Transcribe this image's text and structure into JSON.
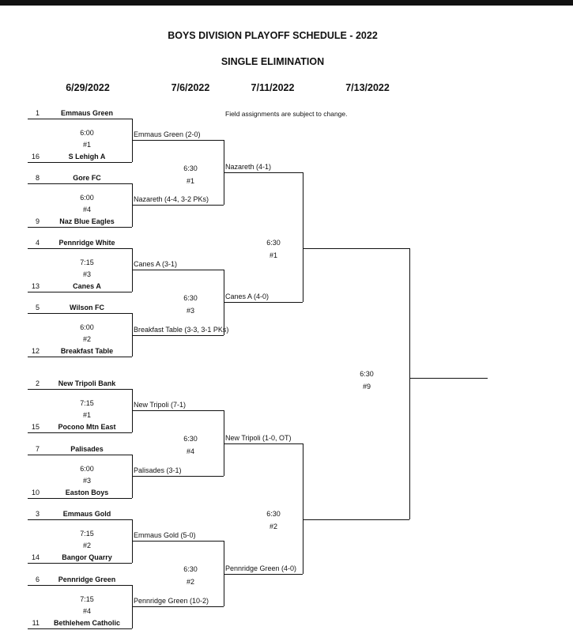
{
  "header": {
    "title": "BOYS DIVISION PLAYOFF SCHEDULE - 2022",
    "subtitle": "SINGLE ELIMINATION",
    "note": "Field assignments are subject to change."
  },
  "dates": [
    "6/29/2022",
    "7/6/2022",
    "7/11/2022",
    "7/13/2022"
  ],
  "round1": [
    {
      "top_seed": "1",
      "top_team": "Emmaus Green",
      "time": "6:00",
      "field": "#1",
      "bottom_seed": "16",
      "bottom_team": "S Lehigh A",
      "result": "Emmaus Green (2-0)"
    },
    {
      "top_seed": "8",
      "top_team": "Gore FC",
      "time": "6:00",
      "field": "#4",
      "bottom_seed": "9",
      "bottom_team": "Naz Blue Eagles",
      "result": "Nazareth (4-4, 3-2 PKs)"
    },
    {
      "top_seed": "4",
      "top_team": "Pennridge  White",
      "time": "7:15",
      "field": "#3",
      "bottom_seed": "13",
      "bottom_team": "Canes A",
      "result": "Canes A (3-1)"
    },
    {
      "top_seed": "5",
      "top_team": "Wilson FC",
      "time": "6:00",
      "field": "#2",
      "bottom_seed": "12",
      "bottom_team": "Breakfast Table",
      "result": "Breakfast Table (3-3, 3-1 PKs)"
    },
    {
      "top_seed": "2",
      "top_team": "New Tripoli Bank",
      "time": "7:15",
      "field": "#1",
      "bottom_seed": "15",
      "bottom_team": "Pocono Mtn East",
      "result": "New Tripoli (7-1)"
    },
    {
      "top_seed": "7",
      "top_team": "Palisades",
      "time": "6:00",
      "field": "#3",
      "bottom_seed": "10",
      "bottom_team": "Easton Boys",
      "result": "Palisades (3-1)"
    },
    {
      "top_seed": "3",
      "top_team": "Emmaus Gold",
      "time": "7:15",
      "field": "#2",
      "bottom_seed": "14",
      "bottom_team": "Bangor Quarry",
      "result": "Emmaus Gold (5-0)"
    },
    {
      "top_seed": "6",
      "top_team": "Pennridge Green",
      "time": "7:15",
      "field": "#4",
      "bottom_seed": "11",
      "bottom_team": "Bethlehem Catholic",
      "result": "Pennridge Green (10-2)"
    }
  ],
  "quarterfinals": [
    {
      "time": "6:30",
      "field": "#1",
      "result": "Nazareth (4-1)"
    },
    {
      "time": "6:30",
      "field": "#3",
      "result": "Canes A (4-0)"
    },
    {
      "time": "6:30",
      "field": "#4",
      "result": "New Tripoli (1-0, OT)"
    },
    {
      "time": "6:30",
      "field": "#2",
      "result": "Pennridge Green (4-0)"
    }
  ],
  "semifinals": [
    {
      "time": "6:30",
      "field": "#1"
    },
    {
      "time": "6:30",
      "field": "#2"
    }
  ],
  "final": {
    "time": "6:30",
    "field": "#9"
  }
}
